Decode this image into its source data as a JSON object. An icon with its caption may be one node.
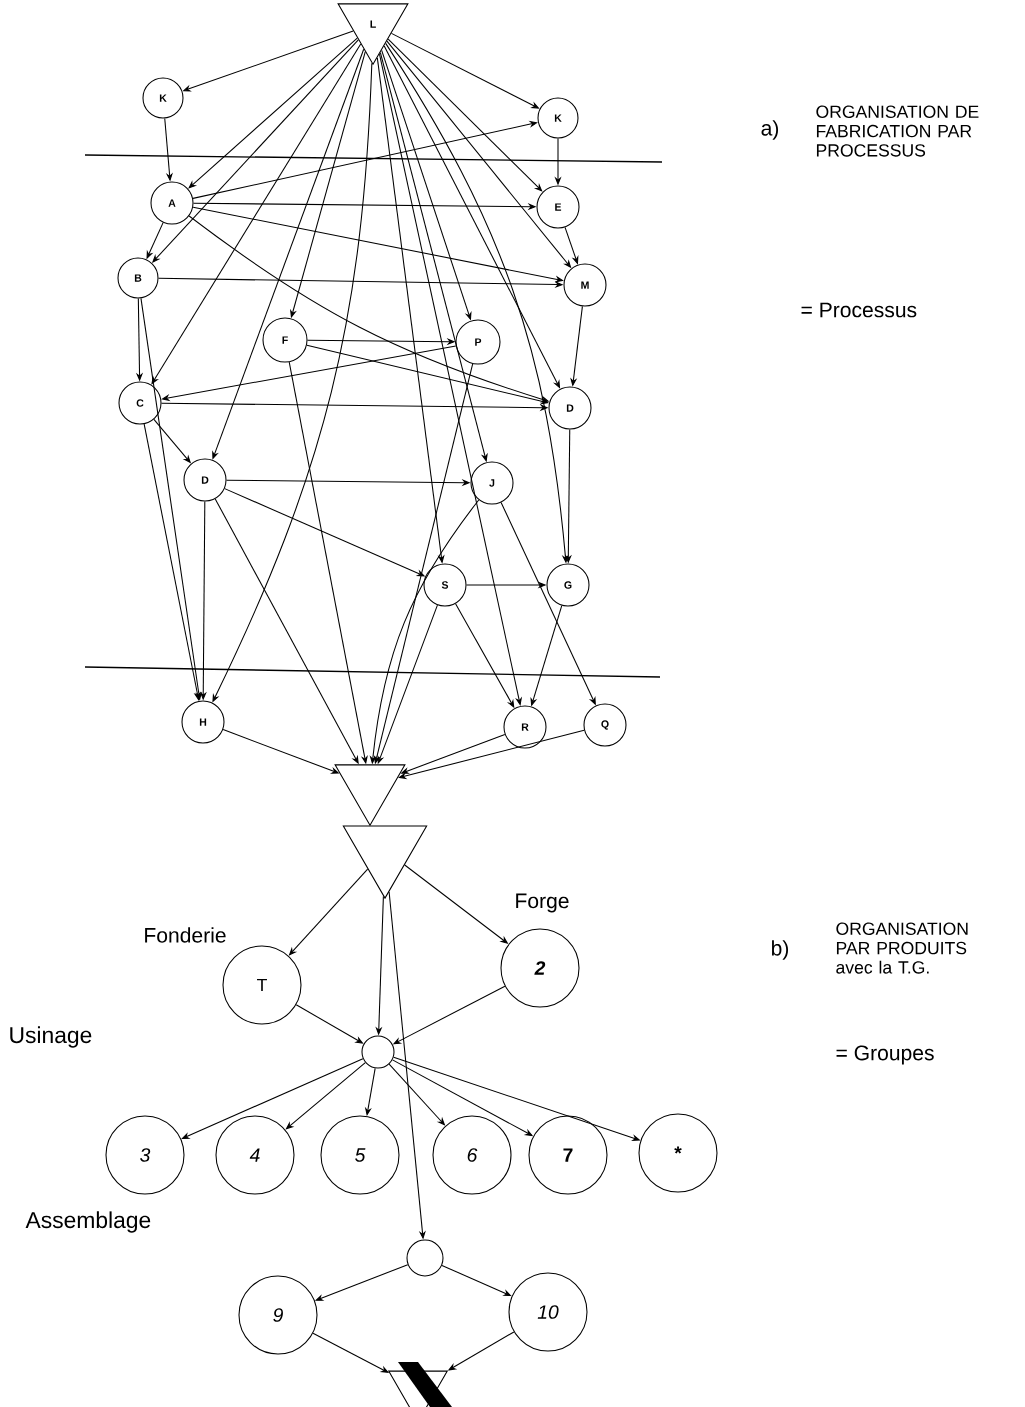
{
  "diagram": {
    "nodes": [
      {
        "text": [
          "L"
        ]
      },
      {
        "text": [
          "K"
        ]
      },
      {
        "text": [
          "K"
        ]
      },
      {
        "text": [
          "A"
        ]
      },
      {
        "text": [
          "E"
        ]
      },
      {
        "text": [
          "B"
        ]
      },
      {
        "text": [
          "M"
        ]
      },
      {
        "text": [
          "F"
        ]
      },
      {
        "text": [
          "P"
        ]
      },
      {
        "text": [
          "C"
        ]
      },
      {
        "text": [
          "D"
        ]
      },
      {
        "text": [
          "D"
        ]
      },
      {
        "text": [
          "J"
        ]
      },
      {
        "text": [
          "S"
        ]
      },
      {
        "text": [
          "G"
        ]
      },
      {
        "text": [
          "H"
        ]
      },
      {
        "text": [
          "R"
        ]
      },
      {
        "text": [
          "Q"
        ]
      },
      {
        "text": [],
        "shape": "triangle"
      },
      {
        "text": [],
        "shape": "triangle"
      },
      {
        "text": [
          "T"
        ],
        "beside": [
          "Fonderie"
        ]
      },
      {
        "text": [
          "2"
        ],
        "beside": [
          "Forge"
        ]
      },
      {
        "text": [],
        "shape": "circle"
      },
      {
        "text": [
          "3"
        ]
      },
      {
        "text": [
          "4"
        ]
      },
      {
        "text": [
          "5"
        ]
      },
      {
        "text": [
          "6"
        ]
      },
      {
        "text": [
          "7"
        ]
      },
      {
        "text": [
          "*"
        ]
      },
      {
        "text": [],
        "shape": "circle"
      },
      {
        "text": [
          "9"
        ]
      },
      {
        "text": [
          "10"
        ]
      },
      {
        "text": [],
        "shape": "triangle"
      }
    ],
    "edges": [
      {
        "from": 0,
        "to": 1,
        "arrow": "to"
      },
      {
        "from": 0,
        "to": 2,
        "arrow": "to"
      },
      {
        "from": 0,
        "to": 3,
        "arrow": "to"
      },
      {
        "from": 0,
        "to": 4,
        "arrow": "to"
      },
      {
        "from": 0,
        "to": 5,
        "arrow": "to"
      },
      {
        "from": 0,
        "to": 6,
        "arrow": "to"
      },
      {
        "from": 0,
        "to": 7,
        "arrow": "to"
      },
      {
        "from": 0,
        "to": 8,
        "arrow": "to"
      },
      {
        "from": 0,
        "to": 9,
        "arrow": "to"
      },
      {
        "from": 0,
        "to": 10,
        "arrow": "to"
      },
      {
        "from": 0,
        "to": 11,
        "arrow": "to"
      },
      {
        "from": 0,
        "to": 12,
        "arrow": "to"
      },
      {
        "from": 0,
        "to": 13,
        "arrow": "to"
      },
      {
        "from": 0,
        "to": 14,
        "arrow": "to"
      },
      {
        "from": 0,
        "to": 15,
        "arrow": "to"
      },
      {
        "from": 0,
        "to": 16,
        "arrow": "to"
      },
      {
        "from": 1,
        "to": 3,
        "arrow": "to"
      },
      {
        "from": 3,
        "to": 2,
        "arrow": "to"
      },
      {
        "from": 3,
        "to": 4,
        "arrow": "to"
      },
      {
        "from": 3,
        "to": 6,
        "arrow": "to"
      },
      {
        "from": 3,
        "to": 10,
        "arrow": "to"
      },
      {
        "from": 3,
        "to": 5,
        "arrow": "to"
      },
      {
        "from": 2,
        "to": 4,
        "arrow": "to"
      },
      {
        "from": 4,
        "to": 6,
        "arrow": "to"
      },
      {
        "from": 5,
        "to": 6,
        "arrow": "to"
      },
      {
        "from": 5,
        "to": 9,
        "arrow": "to"
      },
      {
        "from": 6,
        "to": 10,
        "arrow": "to"
      },
      {
        "from": 7,
        "to": 8,
        "arrow": "to"
      },
      {
        "from": 7,
        "to": 10,
        "arrow": "to"
      },
      {
        "from": 8,
        "to": 9,
        "arrow": "to"
      },
      {
        "from": 9,
        "to": 10,
        "arrow": "to"
      },
      {
        "from": 9,
        "to": 11,
        "arrow": "to"
      },
      {
        "from": 10,
        "to": 14,
        "arrow": "to"
      },
      {
        "from": 11,
        "to": 12,
        "arrow": "to"
      },
      {
        "from": 11,
        "to": 13,
        "arrow": "to"
      },
      {
        "from": 13,
        "to": 14,
        "arrow": "to"
      },
      {
        "from": 9,
        "to": 15,
        "arrow": "to"
      },
      {
        "from": 5,
        "to": 15,
        "arrow": "to"
      },
      {
        "from": 11,
        "to": 15,
        "arrow": "to"
      },
      {
        "from": 13,
        "to": 16,
        "arrow": "to"
      },
      {
        "from": 14,
        "to": 16,
        "arrow": "to"
      },
      {
        "from": 12,
        "to": 17,
        "arrow": "to"
      },
      {
        "from": 7,
        "to": 18,
        "arrow": "to"
      },
      {
        "from": 8,
        "to": 18,
        "arrow": "to"
      },
      {
        "from": 11,
        "to": 18,
        "arrow": "to"
      },
      {
        "from": 12,
        "to": 18,
        "arrow": "to"
      },
      {
        "from": 13,
        "to": 18,
        "arrow": "to"
      },
      {
        "from": 15,
        "to": 18,
        "arrow": "to"
      },
      {
        "from": 16,
        "to": 18,
        "arrow": "to"
      },
      {
        "from": 17,
        "to": 18,
        "arrow": "to"
      },
      {
        "from": 19,
        "to": 20,
        "arrow": "to"
      },
      {
        "from": 19,
        "to": 21,
        "arrow": "to"
      },
      {
        "from": 19,
        "to": 22,
        "arrow": "to"
      },
      {
        "from": 19,
        "to": 29,
        "arrow": "to"
      },
      {
        "from": 20,
        "to": 22,
        "arrow": "to"
      },
      {
        "from": 21,
        "to": 22,
        "arrow": "to"
      },
      {
        "from": 22,
        "to": 23,
        "arrow": "to"
      },
      {
        "from": 22,
        "to": 24,
        "arrow": "to"
      },
      {
        "from": 22,
        "to": 25,
        "arrow": "to"
      },
      {
        "from": 22,
        "to": 26,
        "arrow": "to"
      },
      {
        "from": 22,
        "to": 27,
        "arrow": "to"
      },
      {
        "from": 22,
        "to": 28,
        "arrow": "to"
      },
      {
        "from": 29,
        "to": 30,
        "arrow": "to"
      },
      {
        "from": 29,
        "to": 31,
        "arrow": "to"
      },
      {
        "from": 30,
        "to": 32,
        "arrow": "to"
      },
      {
        "from": 31,
        "to": 32,
        "arrow": "to"
      }
    ],
    "labels": [
      "a)",
      "ORGANISATION DE FABRICATION PAR PROCESSUS",
      "= Processus",
      "b)",
      "ORGANISATION PAR PRODUITS avec la T.G.",
      "= Groupes",
      "Usinage",
      "Assemblage"
    ]
  }
}
